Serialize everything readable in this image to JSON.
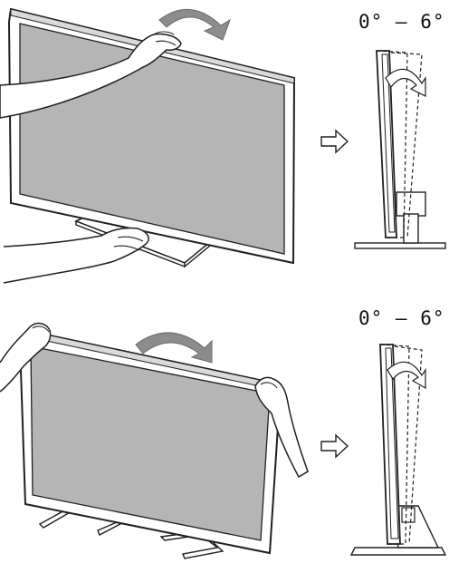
{
  "figures": [
    {
      "angle_range_label": "0° – 6°",
      "tilt_min_deg": 0,
      "tilt_max_deg": 6
    },
    {
      "angle_range_label": "0° – 6°",
      "tilt_min_deg": 0,
      "tilt_max_deg": 6
    }
  ],
  "colors": {
    "line": "#231f20",
    "screen": "#b3b3b3",
    "bezel": "#ffffff",
    "rotation_arrow": "#8a8a8a",
    "background": "#ffffff"
  },
  "icons": [
    "rotate-arrow-icon",
    "right-arrow-icon",
    "hand-icon"
  ]
}
